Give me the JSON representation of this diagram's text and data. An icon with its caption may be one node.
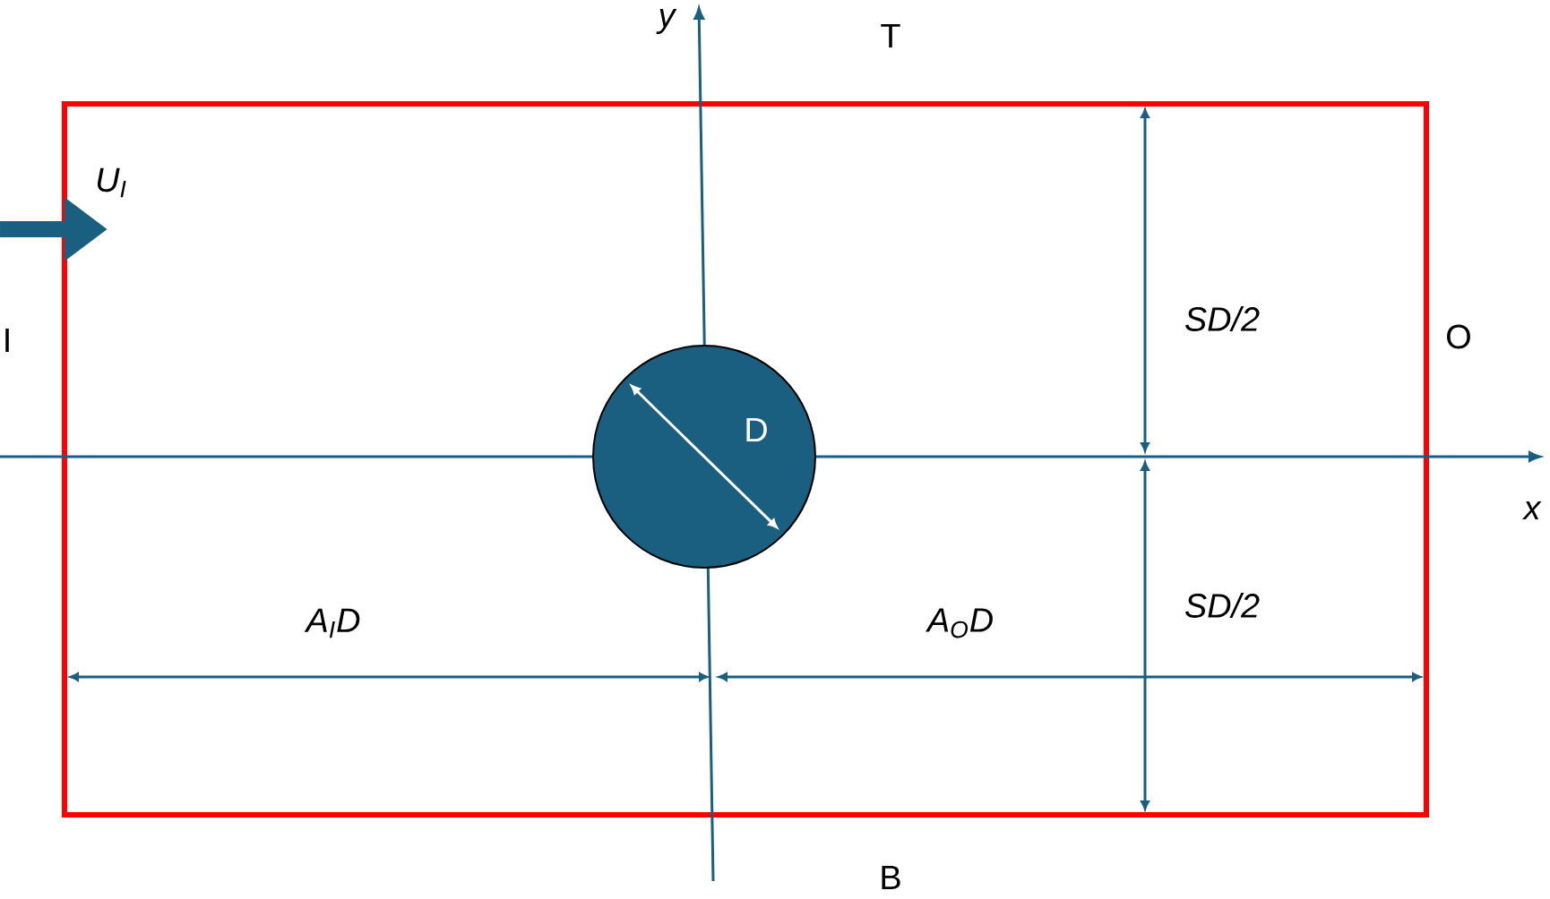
{
  "diagram": {
    "nodes": [
      {
        "text": [
          "D"
        ]
      }
    ],
    "labels": [
      "y",
      "T",
      "U$_{I}$",
      "I",
      "SD/2",
      "O",
      "x",
      "A$_{I}$D",
      "A$_{O}$D",
      "SD/2",
      "B"
    ]
  }
}
